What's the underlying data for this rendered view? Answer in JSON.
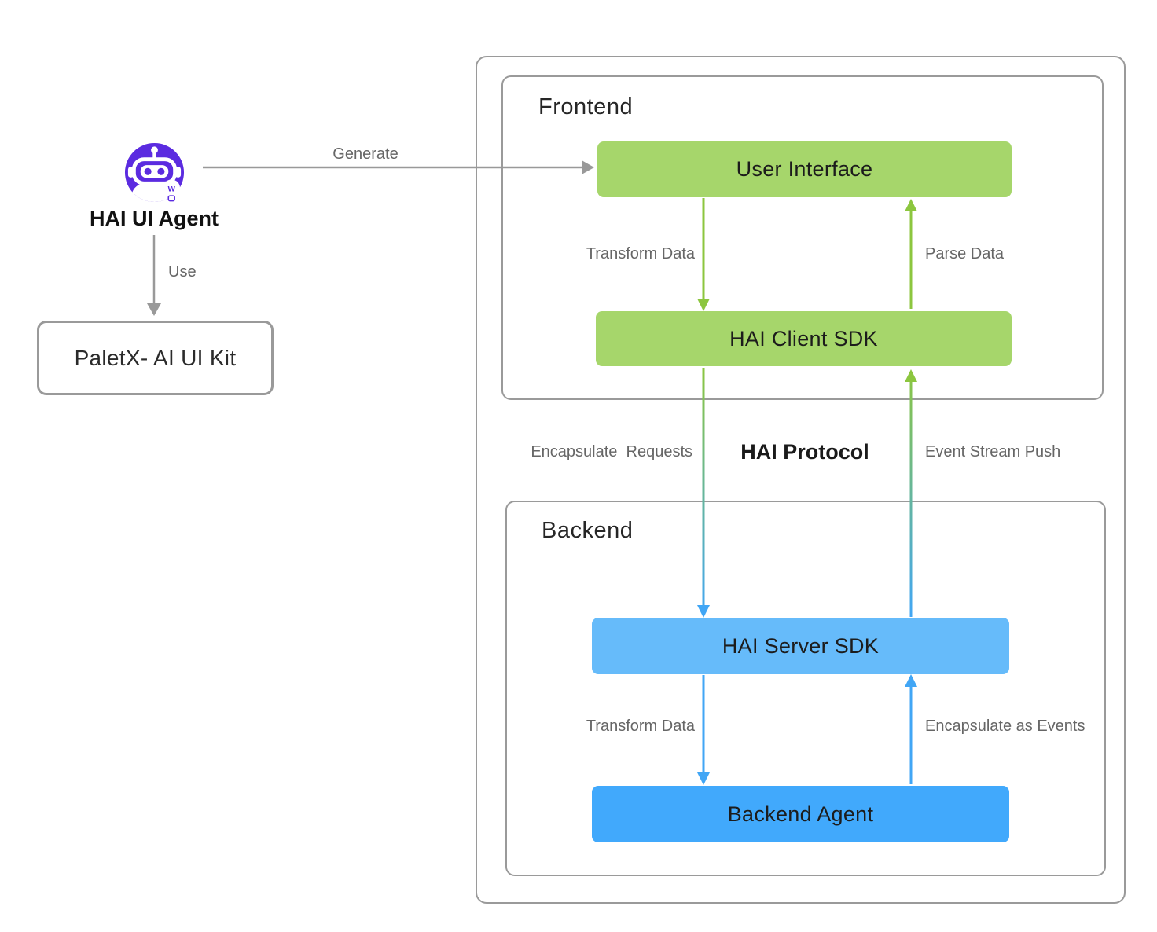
{
  "agent": {
    "label": "HAI UI Agent",
    "icon": "robot-with-lightbulb",
    "bulb_letter": "w"
  },
  "kit": {
    "label": "PaletX- AI UI Kit"
  },
  "frontend": {
    "title": "Frontend",
    "nodes": {
      "user_interface": "User Interface",
      "hai_client_sdk": "HAI Client SDK"
    }
  },
  "backend": {
    "title": "Backend",
    "nodes": {
      "hai_server_sdk": "HAI Server SDK",
      "backend_agent": "Backend Agent"
    }
  },
  "edges": {
    "generate": "Generate",
    "use": "Use",
    "ui_to_client_sdk": "Transform Data",
    "client_sdk_to_ui": "Parse Data",
    "client_to_server": "Encapsulate  Requests",
    "protocol": "HAI Protocol",
    "server_to_client": "Event Stream Push",
    "server_sdk_to_agent": "Transform Data",
    "agent_to_server_sdk": "Encapsulate as Events"
  },
  "colors": {
    "green_node": "#a6d66b",
    "green_arrow": "#8cc63f",
    "light_blue_node": "#66bbfa",
    "blue_node": "#41a9fc",
    "blue_arrow": "#41a6f5",
    "gray_border": "#9a9a9a",
    "gray_arrow": "#999999",
    "label_gray": "#666666",
    "agent_purple": "#5b2be0"
  }
}
